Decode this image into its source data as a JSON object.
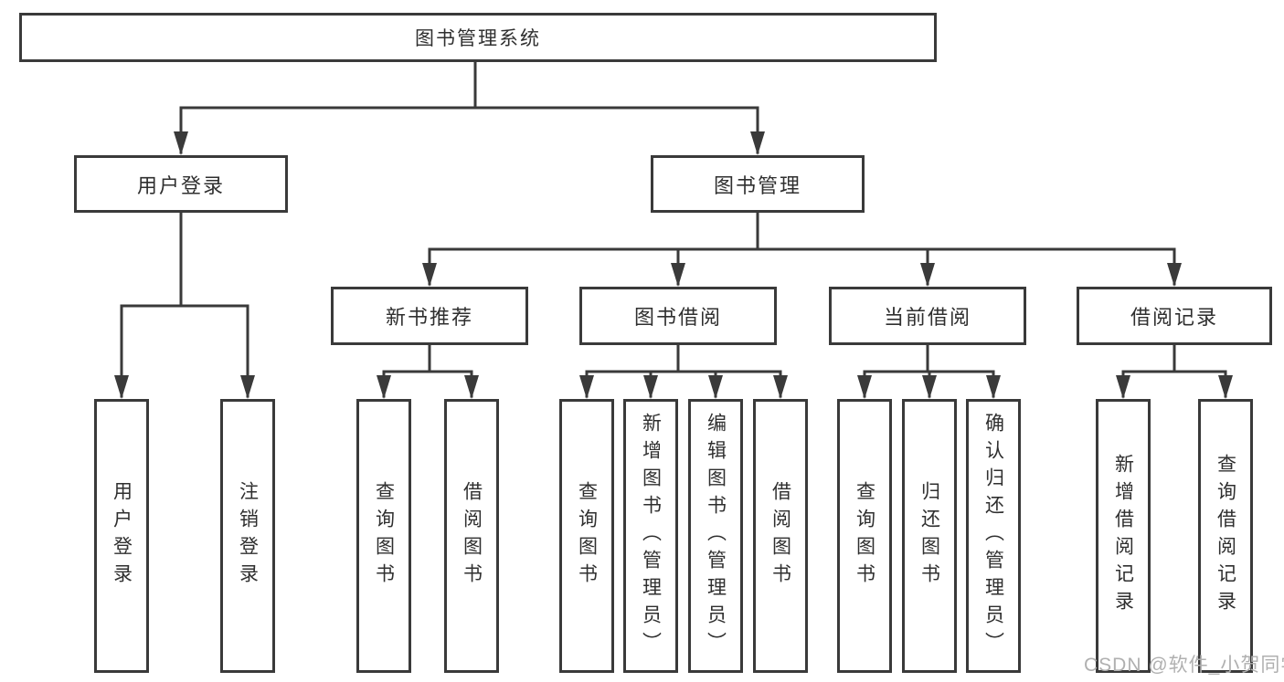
{
  "nodes": {
    "root": "图书管理系统",
    "user_login": "用户登录",
    "book_management": "图书管理",
    "new_book_recommend": "新书推荐",
    "book_borrow": "图书借阅",
    "current_borrow": "当前借阅",
    "borrow_records": "借阅记录",
    "leaf_user_login": "用户登录",
    "leaf_logout": "注销登录",
    "leaf_recommend_query_books": "查询图书",
    "leaf_recommend_borrow_books": "借阅图书",
    "leaf_borrow_query_books": "查询图书",
    "leaf_borrow_add_books": "新增图书（管理员）",
    "leaf_borrow_edit_books": "编辑图书（管理员）",
    "leaf_borrow_borrow_books": "借阅图书",
    "leaf_current_query_books": "查询图书",
    "leaf_current_return_books": "归还图书",
    "leaf_current_confirm_return": "确认归还（管理员）",
    "leaf_records_add": "新增借阅记录",
    "leaf_records_query": "查询借阅记录"
  },
  "watermark": "CSDN @软件_小贺同学",
  "colors": {
    "line": "#3a3a3a",
    "text": "#2f2f2f",
    "watermark": "#b0b0b0",
    "background": "#ffffff"
  }
}
